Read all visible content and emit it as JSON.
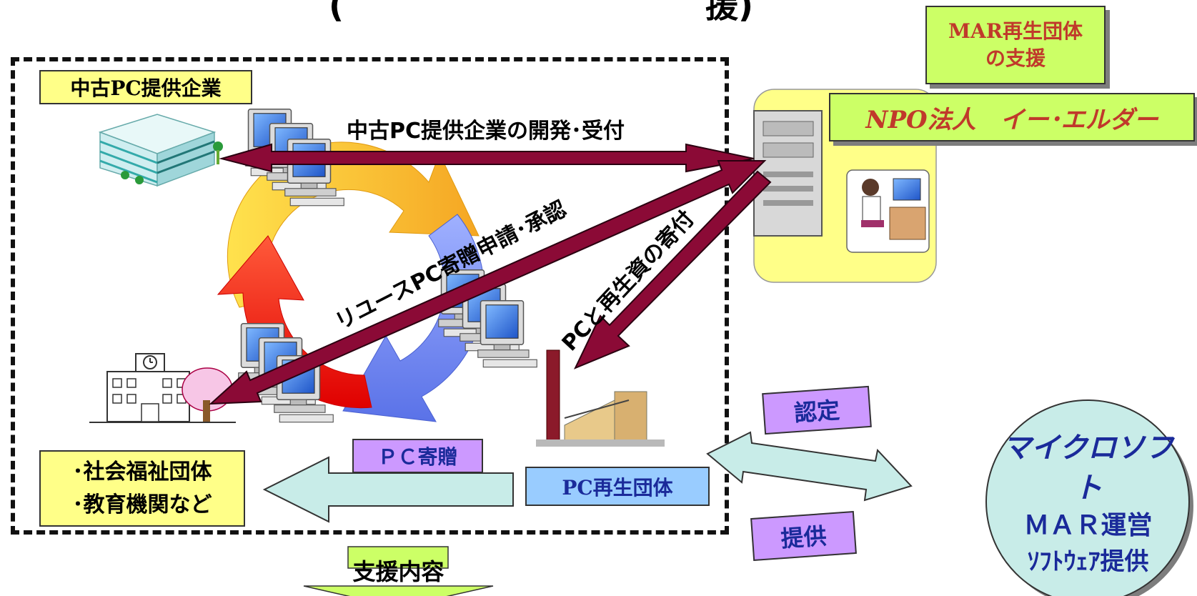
{
  "header": {
    "title_fragment": "(　　　　　　　　　　　援) "
  },
  "corporate_box": {
    "label": "中古PC提供企業"
  },
  "top_arrow_label": "中古PC提供企業の開発･受付",
  "diag_arrow1_label": "リユースPC寄贈申請･承認",
  "diag_arrow2_label": "PCと再生資の寄付",
  "mar_support": {
    "line1": "MAR再生団体",
    "line2": "の支援"
  },
  "npo": {
    "label": "NPO法人　イー･エルダー"
  },
  "pc_regen": {
    "label": "PC再生団体"
  },
  "pc_donation": {
    "label": "ＰＣ寄贈"
  },
  "recipients": {
    "line1": "･社会福祉団体",
    "line2": "･教育機関など"
  },
  "nintei": {
    "label": "認定"
  },
  "teikyo": {
    "label": "提供"
  },
  "microsoft": {
    "line1": "マイクロソフト",
    "line2": "ＭＡＲ運営",
    "line3": "ｿﾌﾄｳｪｱ提供"
  },
  "support_content": {
    "label": "支援内容"
  },
  "colors": {
    "dark_red_arrow": "#8b0a36",
    "yellow_box": "#ffff88",
    "green_box": "#ccff66",
    "light_blue_box": "#99ccff",
    "violet_box": "#cc99ff",
    "pale_cyan": "#c8ece8"
  }
}
